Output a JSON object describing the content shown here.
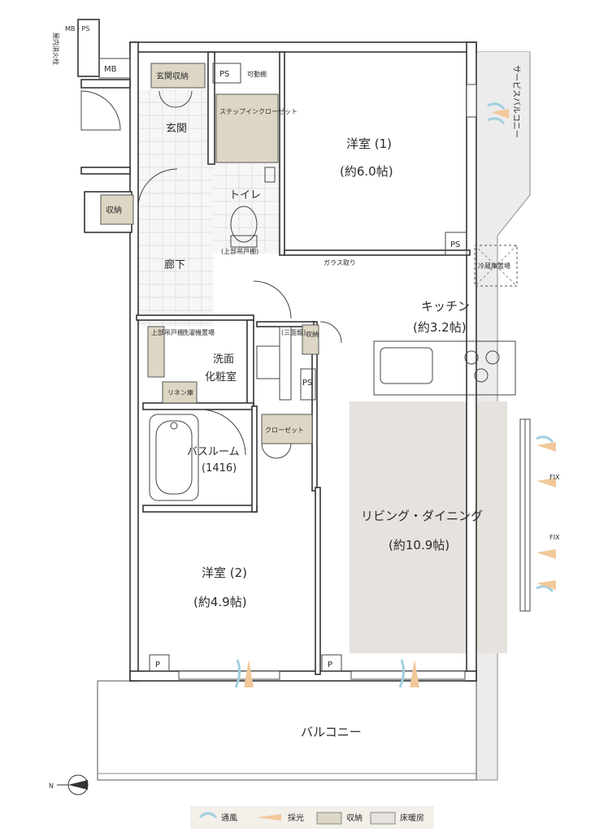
{
  "rooms": {
    "western1": {
      "name": "洋室 (1)",
      "size": "(約6.0帖)"
    },
    "western2": {
      "name": "洋室 (2)",
      "size": "(約4.9帖)"
    },
    "kitchen": {
      "name": "キッチン",
      "size": "(約3.2帖)"
    },
    "ldk": {
      "name": "リビング・ダイニング",
      "size": "(約10.9帖)"
    },
    "bath": {
      "name": "バスルーム",
      "size": "(1416)"
    },
    "washroom": {
      "line1": "洗面",
      "line2": "化粧室"
    },
    "entrance": "玄関",
    "corridor": "廊下",
    "toilet": "トイレ",
    "balcony": "バルコニー",
    "service_balcony": "サービスバルコニー"
  },
  "labels": {
    "mb_ps": "MB・PS",
    "mb": "MB",
    "hydrant": "屋内消火栓",
    "entrance_storage": "玄関収納",
    "ps": "PS",
    "movable_shelf": "可動棚",
    "step_in_closet": "ステップインクローゼット",
    "storage": "収納",
    "upper_shelf": "(上部吊戸棚)",
    "glass_window": "ガラス取り",
    "fridge": "冷蔵庫置場",
    "linen": "リネン庫",
    "washer": "洗濯機置場",
    "upper_cabinet": "上部吊戸棚",
    "triple_shelf": "(三面鏡)",
    "closet": "クローゼット",
    "fix": "FIX",
    "p": "P",
    "north": "N"
  },
  "legend": {
    "ventilation": "通風",
    "daylight": "採光",
    "storage": "収納",
    "floor_heating": "床暖房"
  },
  "colors": {
    "storage": "#ddd6c4",
    "floor_heating": "#e6e2dd",
    "ventilation": "#9fd0df",
    "daylight": "#f2c89a"
  }
}
